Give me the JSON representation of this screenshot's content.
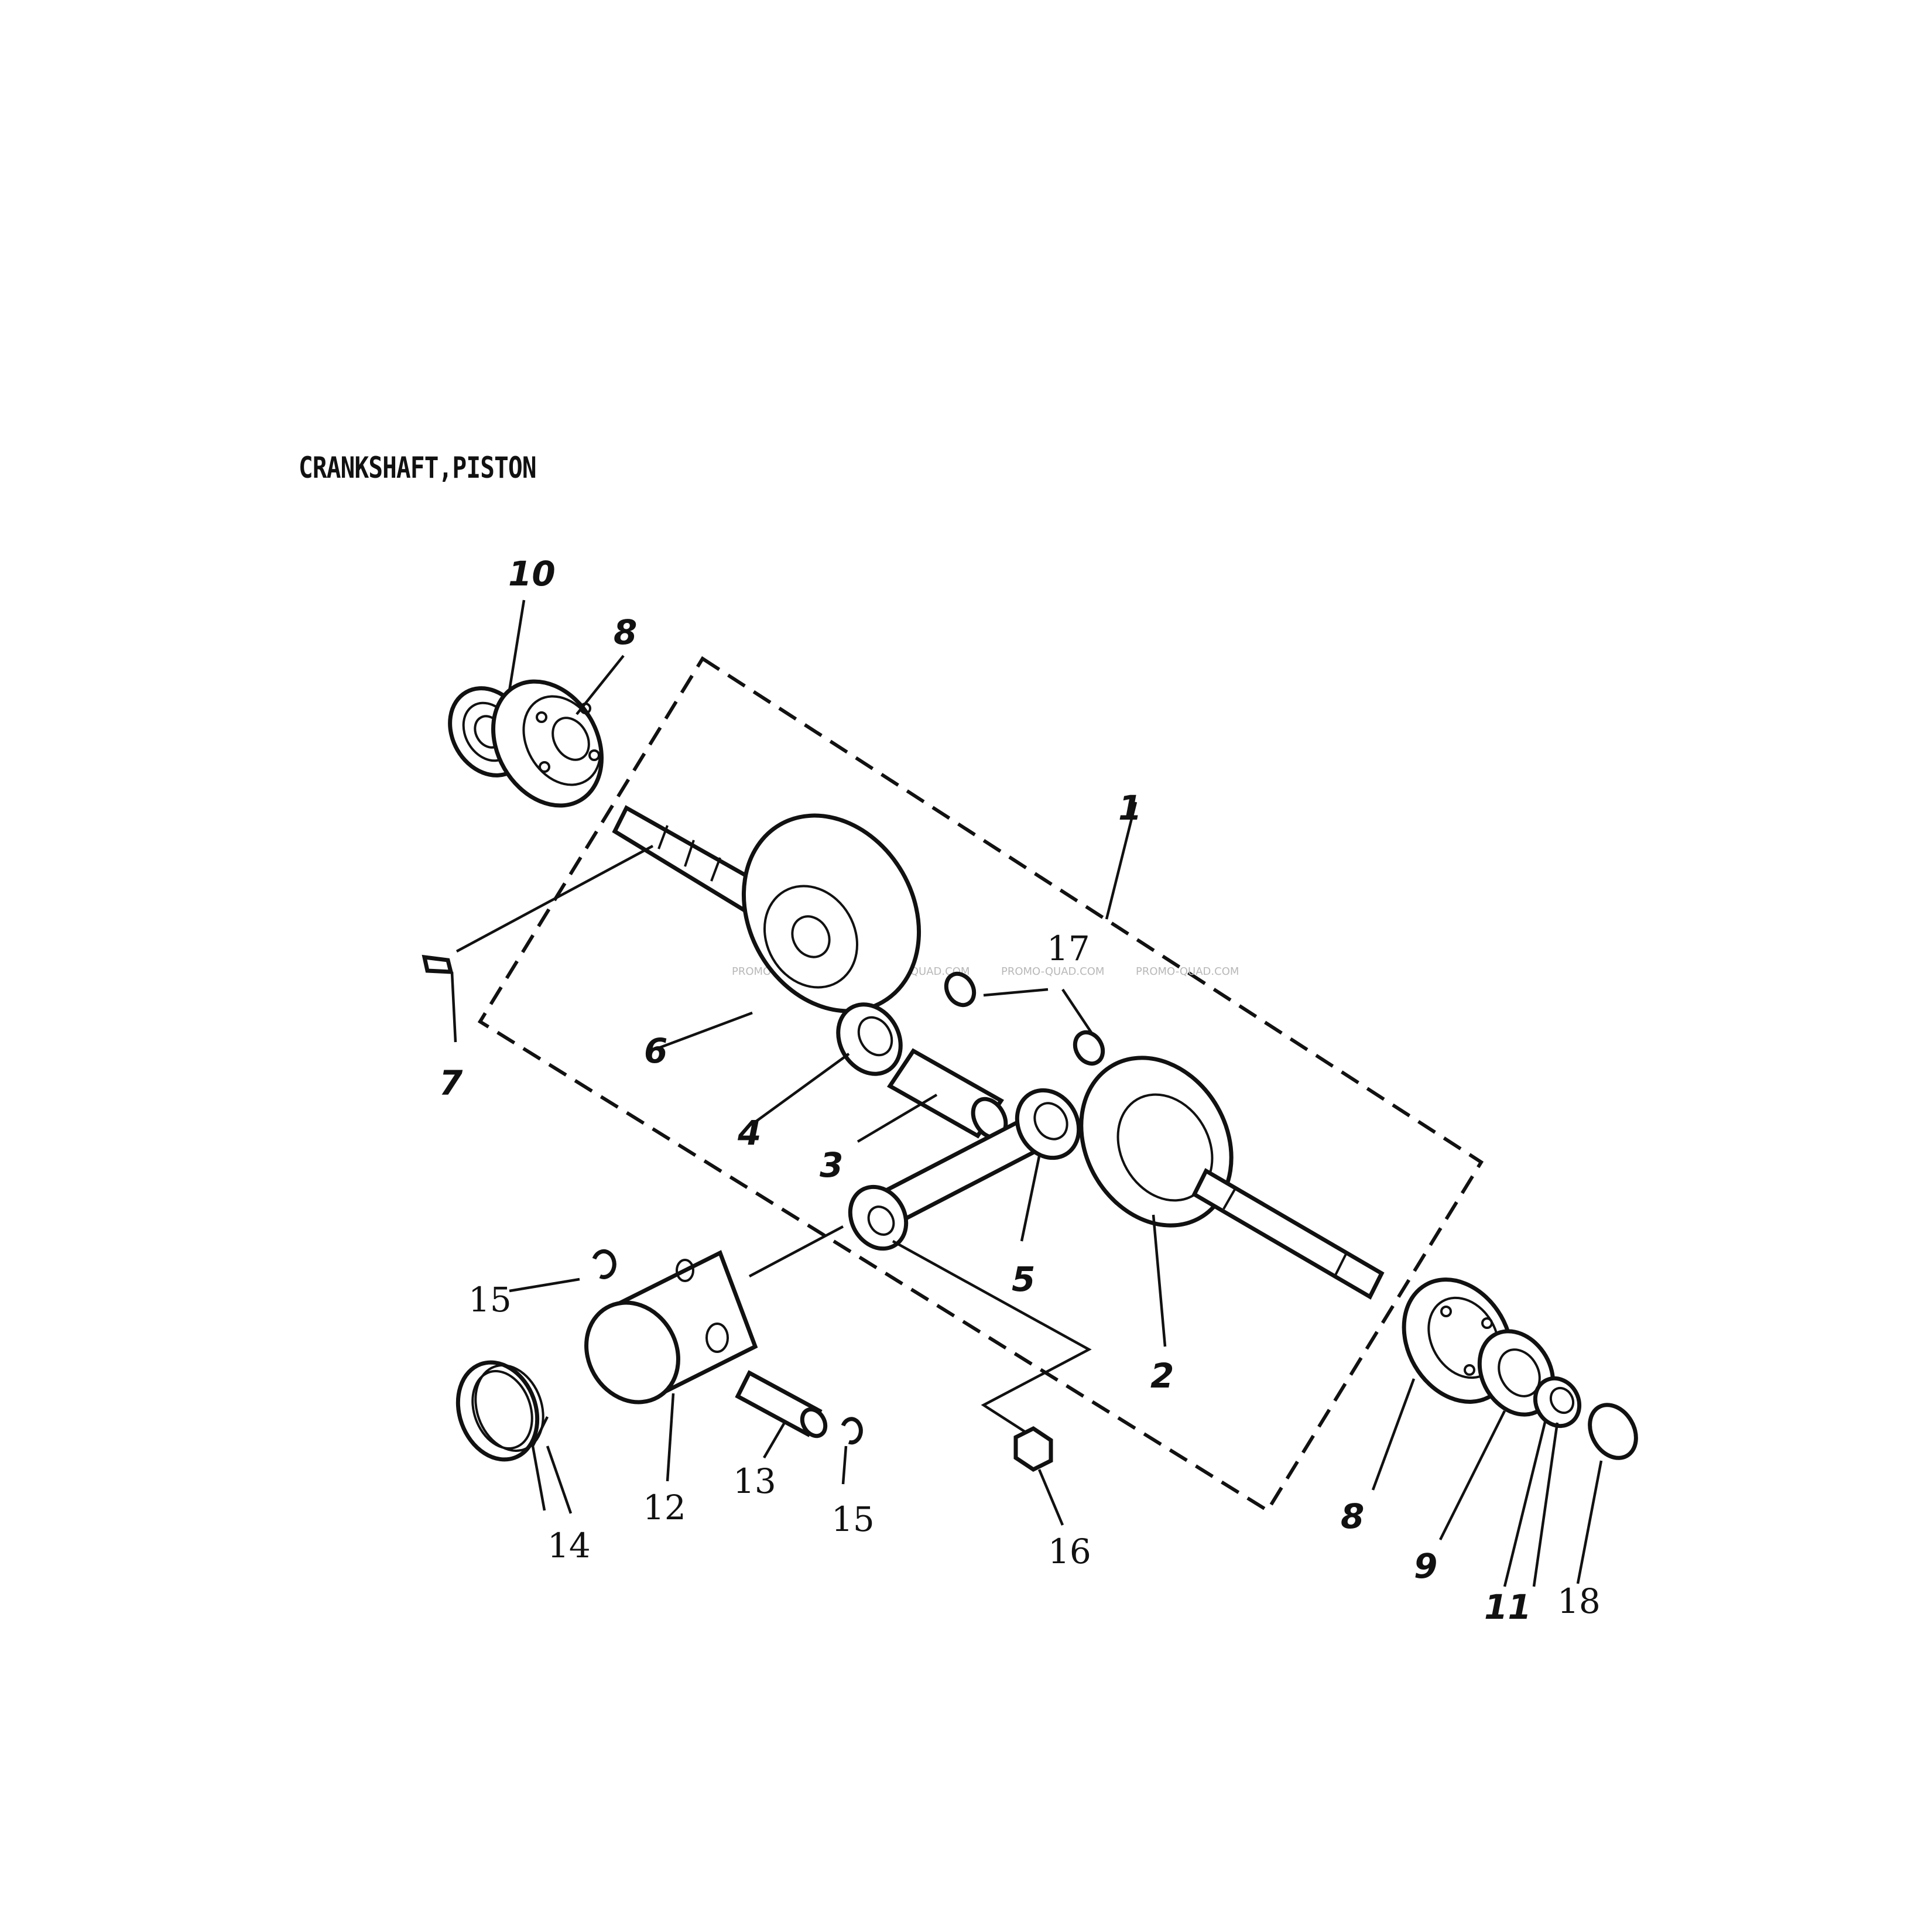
{
  "title": "CRANKSHAFT,PISTON",
  "watermark": "PROMO-QUAD.COM",
  "callouts": {
    "c1": "1",
    "c2": "2",
    "c3": "3",
    "c4": "4",
    "c5": "5",
    "c6": "6",
    "c7": "7",
    "c8a": "8",
    "c8b": "8",
    "c9": "9",
    "c10": "10",
    "c11": "11",
    "c12": "12",
    "c13": "13",
    "c14": "14",
    "c15a": "15",
    "c15b": "15",
    "c16": "16",
    "c17": "17",
    "c18": "18"
  }
}
